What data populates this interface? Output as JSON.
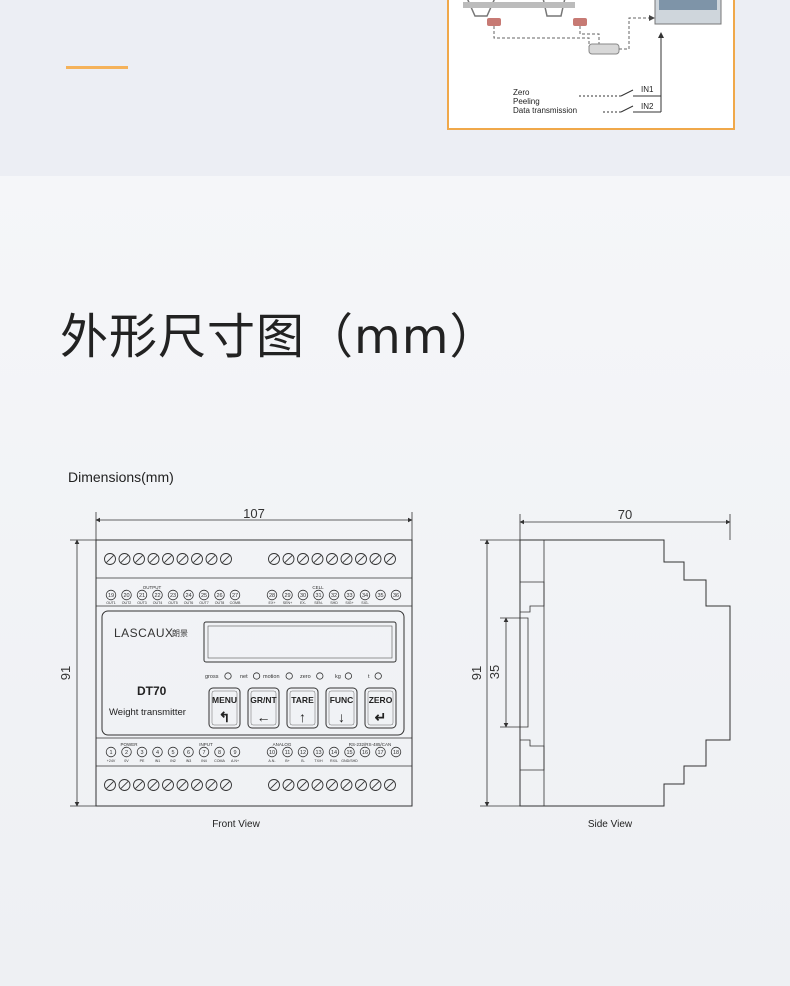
{
  "page": {
    "section_title": "外形尺寸图（mm）",
    "drawing_heading": "Dimensions(mm)"
  },
  "wiring": {
    "labels": [
      "Zero",
      "Peeling",
      "Data transmission"
    ],
    "inputs": [
      "IN1",
      "IN2"
    ]
  },
  "front_view": {
    "caption": "Front View",
    "width_dim": "107",
    "height_dim": "91",
    "brand": "LASCAUX",
    "brand_cn": "朗景",
    "model": "DT70",
    "subtitle": "Weight transmitter",
    "top_group_output": "OUTPUT",
    "top_group_cell": "CELL",
    "top_numbers": [
      "19",
      "20",
      "21",
      "22",
      "23",
      "24",
      "25",
      "26",
      "27",
      "28",
      "29",
      "30",
      "31",
      "32",
      "33",
      "34",
      "35",
      "36"
    ],
    "top_signals": [
      "OUT1",
      "OUT2",
      "OUT3",
      "OUT4",
      "OUT5",
      "OUT6",
      "OUT7",
      "OUT8",
      "COMB",
      "EX+",
      "SEN+",
      "EX-",
      "SEN-",
      "SHD",
      "SIG+",
      "SIG-"
    ],
    "indicators": [
      "gross",
      "net",
      "motion",
      "zero",
      "kg",
      "t"
    ],
    "keys": [
      {
        "label": "MENU",
        "icon": "↰"
      },
      {
        "label": "GR/NT",
        "icon": "←"
      },
      {
        "label": "TARE",
        "icon": "↑"
      },
      {
        "label": "FUNC",
        "icon": "↓"
      },
      {
        "label": "ZERO",
        "icon": "↵"
      }
    ],
    "bottom_group_power": "POWER",
    "bottom_group_input": "INPUT",
    "bottom_group_analog": "ANALOG",
    "bottom_group_comm": "RS-232/RS-485/CAN",
    "bottom_numbers": [
      "1",
      "2",
      "3",
      "4",
      "5",
      "6",
      "7",
      "8",
      "9",
      "10",
      "11",
      "12",
      "13",
      "14",
      "15",
      "16",
      "17",
      "18"
    ],
    "bottom_signals": [
      "+24V",
      "0V",
      "PE",
      "IN1",
      "IN2",
      "IN3",
      "IN4",
      "COMA",
      "A.N+",
      "A.N-",
      "B+",
      "B-",
      "TX/H",
      "RX/L",
      "GND/SHD"
    ]
  },
  "side_view": {
    "caption": "Side View",
    "width_dim": "70",
    "height_dim": "91",
    "rail_dim": "35"
  },
  "colors": {
    "accent": "#f5b25a",
    "card_border": "#f0a84a",
    "line": "#333333"
  }
}
